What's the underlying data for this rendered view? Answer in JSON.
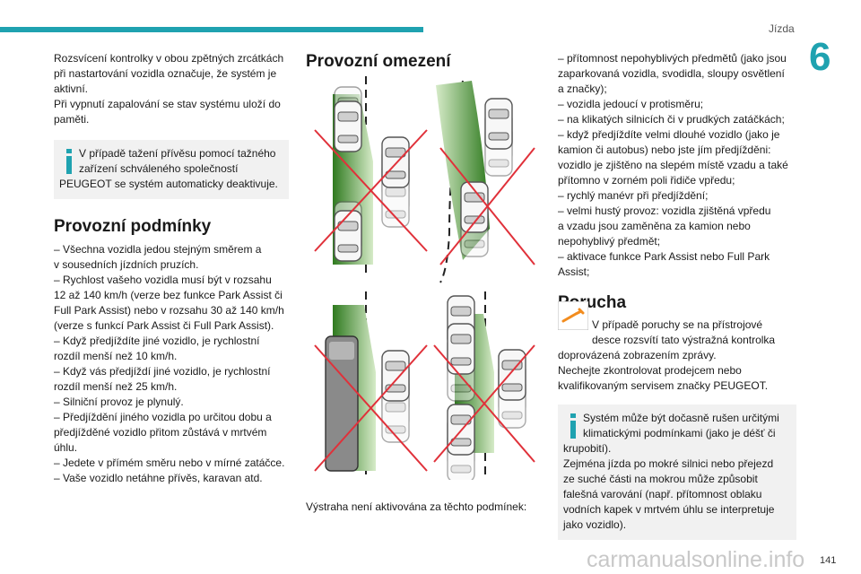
{
  "header": {
    "running_head": "Jízda",
    "chapter": "6",
    "accent_color": "#1fa2b0"
  },
  "left": {
    "intro_lines": [
      "Rozsvícení kontrolky v obou zpětných zrcátkách",
      "při nastartování vozidla označuje, že systém je",
      "aktivní.",
      "Při vypnutí zapalování se stav systému uloží do",
      "paměti."
    ],
    "info_lines": [
      "V případě tažení přívěsu pomocí tažného",
      "zařízení schváleného společností",
      "PEUGEOT se systém automaticky deaktivuje."
    ],
    "heading": "Provozní podmínky",
    "conditions_lines": [
      "–  Všechna vozidla jedou stejným směrem a",
      "v sousedních jízdních pruzích.",
      "–  Rychlost vašeho vozidla musí být v rozsahu",
      "12 až 140 km/h (verze bez funkce Park Assist či",
      "Full Park Assist) nebo v rozsahu 30 až 140 km/h",
      "(verze s funkcí Park Assist či Full Park Assist).",
      "–  Když předjíždíte jiné vozidlo, je rychlostní",
      "rozdíl menší než 10 km/h.",
      "–  Když vás předjíždí jiné vozidlo, je rychlostní",
      "rozdíl menší než 25 km/h.",
      "–  Silniční provoz je plynulý.",
      "–  Předjíždění jiného vozidla po určitou dobu a",
      "předjížděné vozidlo přitom zůstává v mrtvém",
      "úhlu.",
      "–  Jedete v přímém směru nebo v mírné zatáčce.",
      "–  Vaše vozidlo netáhne přívěs, karavan atd."
    ]
  },
  "middle": {
    "heading": "Provozní omezení",
    "caption": "Výstraha není aktivována za těchto podmínek:",
    "icons": [
      "blind-spot-diagram",
      "cross-mark",
      "truck",
      "car"
    ]
  },
  "right": {
    "limits_lines": [
      "–  přítomnost nepohyblivých předmětů (jako jsou",
      "zaparkovaná vozidla, svodidla, sloupy osvětlení",
      "a značky);",
      "–  vozidla jedoucí v protisměru;",
      "–  na klikatých silnicích či v prudkých zatáčkách;",
      "–  když předjíždíte velmi dlouhé vozidlo (jako je",
      "kamion či autobus) nebo jste jím předjížděni:",
      "vozidlo je zjištěno na slepém místě vzadu a také",
      "přítomno v zorném poli řidiče vpředu;",
      "–  rychlý manévr při předjíždění;",
      "–  velmi hustý provoz: vozidla zjištěná vpředu",
      "a vzadu jsou zaměněna za kamion nebo",
      "nepohyblivý předmět;",
      "–  aktivace funkce Park Assist nebo Full Park",
      "Assist;"
    ],
    "heading": "Porucha",
    "fault_lines": [
      "V případě poruchy se na přístrojové",
      "desce rozsvítí tato výstražná kontrolka",
      "doprovázená zobrazením zprávy.",
      "Nechejte zkontrolovat prodejcem nebo",
      "kvalifikovaným servisem značky PEUGEOT."
    ],
    "info_lines": [
      "Systém může být dočasně rušen určitými",
      "klimatickými podmínkami (jako je déšť či",
      "krupobití).",
      "Zejména jízda po mokré silnici nebo přejezd",
      "ze suché části na mokrou může způsobit",
      "falešná varování (např. přítomnost oblaku",
      "vodních kapek v mrtvém úhlu se interpretuje",
      "jako vozidlo)."
    ],
    "warning_icon_color": "#f28c1e"
  },
  "footer": {
    "page_number": "141",
    "watermark": "carmanualsonline.info"
  }
}
